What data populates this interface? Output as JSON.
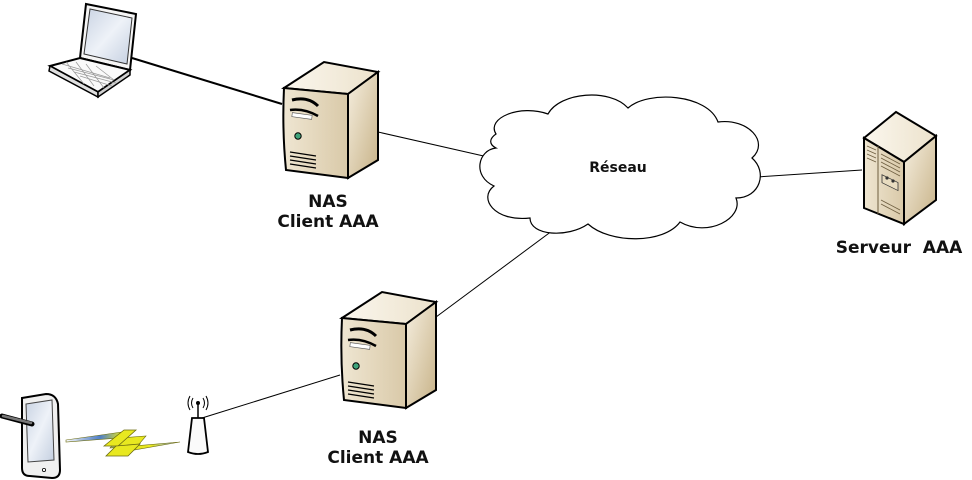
{
  "diagram": {
    "nodes": [
      {
        "id": "laptop",
        "type": "laptop",
        "label": ""
      },
      {
        "id": "nas1",
        "type": "tower-server",
        "label_line1": "NAS",
        "label_line2": "Client AAA"
      },
      {
        "id": "network",
        "type": "cloud",
        "label": "Réseau"
      },
      {
        "id": "aaa-server",
        "type": "rack-server",
        "label": "Serveur  AAA"
      },
      {
        "id": "nas2",
        "type": "tower-server",
        "label_line1": "NAS",
        "label_line2": "Client AAA"
      },
      {
        "id": "tablet",
        "type": "tablet",
        "label": ""
      },
      {
        "id": "access-point",
        "type": "wireless-antenna",
        "label": ""
      }
    ],
    "edges": [
      {
        "from": "laptop",
        "to": "nas1",
        "kind": "wired"
      },
      {
        "from": "nas1",
        "to": "network",
        "kind": "wired"
      },
      {
        "from": "network",
        "to": "aaa-server",
        "kind": "wired"
      },
      {
        "from": "network",
        "to": "nas2",
        "kind": "wired"
      },
      {
        "from": "nas2",
        "to": "access-point",
        "kind": "wired"
      },
      {
        "from": "tablet",
        "to": "access-point",
        "kind": "wireless"
      }
    ],
    "colors": {
      "server_light": "#f3ead8",
      "server_dark": "#c9b58f",
      "led": "#3fa37a",
      "lightning": "#e6e61a",
      "screen": "#d8e2f0"
    }
  }
}
